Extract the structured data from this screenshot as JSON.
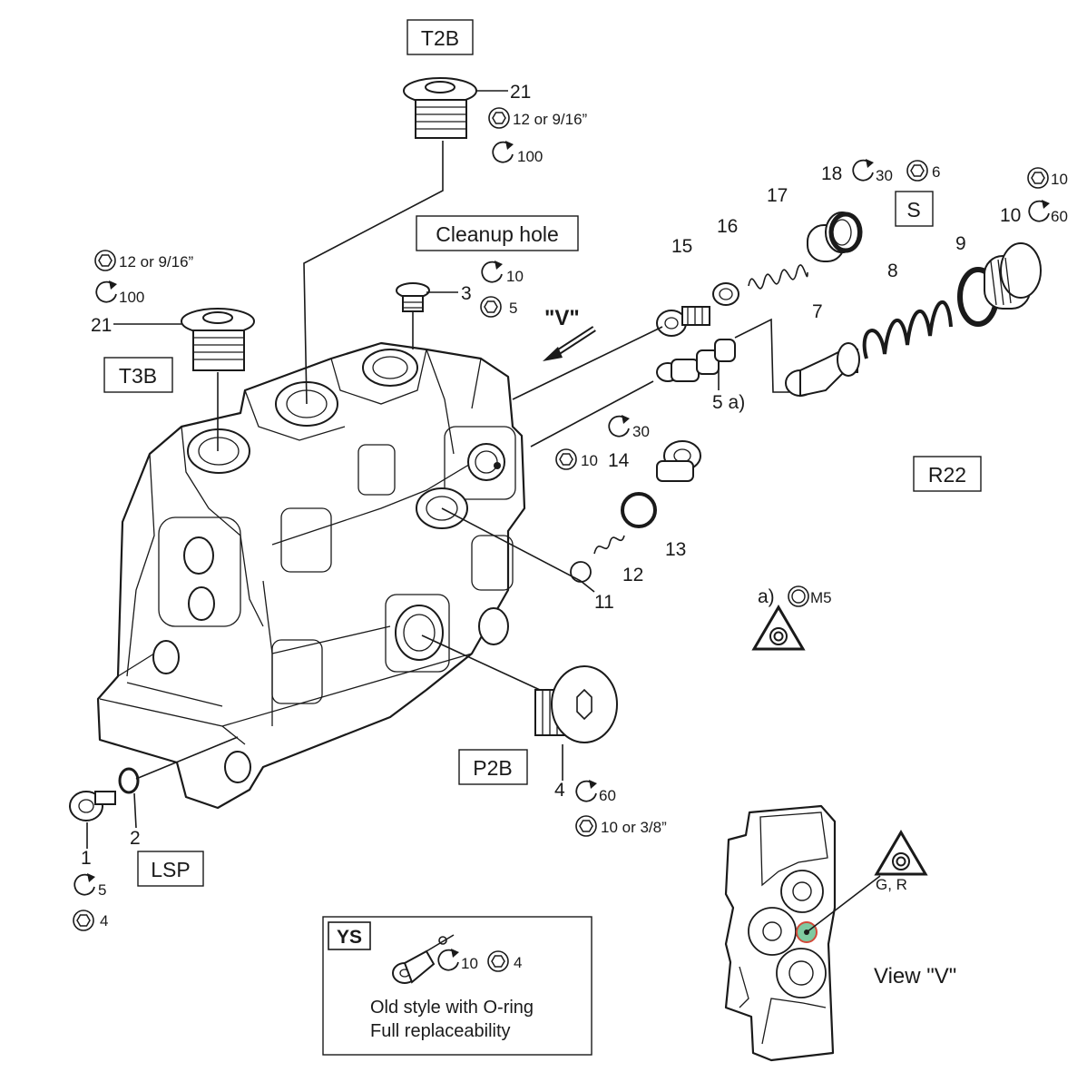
{
  "boxes": {
    "t2b": "T2B",
    "t3b": "T3B",
    "s": "S",
    "r22": "R22",
    "p2b": "P2B",
    "lsp": "LSP",
    "cleanup": "Cleanup hole"
  },
  "view_arrow_label": "\"V\"",
  "parts": {
    "p1": "1",
    "p2": "2",
    "p3": "3",
    "p4": "4",
    "p5a": "5 a)",
    "p7": "7",
    "p8": "8",
    "p9": "9",
    "p10": "10",
    "p11": "11",
    "p12": "12",
    "p13": "13",
    "p14": "14",
    "p15": "15",
    "p16": "16",
    "p17": "17",
    "p18": "18",
    "p21_top": "21",
    "p21_left": "21"
  },
  "specs": {
    "t2b_hex": "12 or 9/16”",
    "t2b_torque": "100",
    "t3b_hex": "12 or 9/16”",
    "t3b_torque": "100",
    "p3_torque": "10",
    "p3_hex": "5",
    "p18_torque": "30",
    "p18_hex": "6",
    "p10_hex": "10",
    "p10_torque": "60",
    "p14_torque": "30",
    "p14_hex": "10",
    "p4_torque": "60",
    "p4_hex": "10 or 3/8”",
    "p1_torque": "5",
    "p1_hex": "4",
    "note_a_prefix": "a)",
    "note_a_size": "M5"
  },
  "ys_box": {
    "title": "YS",
    "torque": "10",
    "hex": "4",
    "line1": "Old style with O-ring",
    "line2": "Full replaceability"
  },
  "view_v": {
    "marker": "G, R",
    "caption": "View \"V\""
  }
}
